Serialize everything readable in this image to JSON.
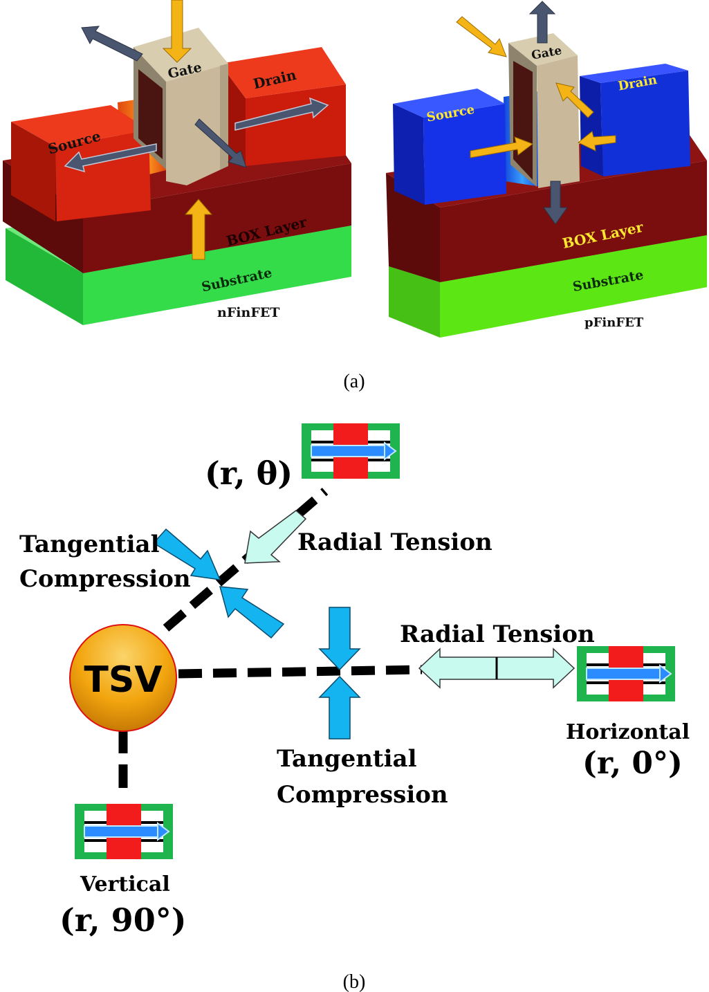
{
  "panel_a": {
    "caption": "(a)",
    "nfinfet": {
      "title": "nFinFET",
      "source": "Source",
      "drain": "Drain",
      "gate": "Gate",
      "box": "BOX Layer",
      "substrate": "Substrate"
    },
    "pfinfet": {
      "title": "pFinFET",
      "source": "Source",
      "drain": "Drain",
      "gate": "Gate",
      "box": "BOX Layer",
      "substrate": "Substrate"
    }
  },
  "panel_b": {
    "caption": "(b)",
    "tsv": "TSV",
    "diag_position": "(r, θ)",
    "diag_radial": "Radial Tension",
    "diag_tangential_1": "Tangential",
    "diag_tangential_2": "Compression",
    "horiz_radial": "Radial Tension",
    "horiz_tangential_1": "Tangential",
    "horiz_tangential_2": "Compression",
    "horizontal_label": "Horizontal",
    "horizontal_position": "(r, 0°)",
    "vertical_label": "Vertical",
    "vertical_position": "(r, 90°)"
  },
  "colors": {
    "n_device": "#dd2a0a",
    "p_device": "#1530e6",
    "gate": "#c9b99a",
    "box_layer": "#7a0d0d",
    "substrate": "#34dc4a",
    "compressive_arrow": "#f5b416",
    "tensile_arrow": "#4a5670",
    "tangential_arrow": "#14b4f0",
    "radial_arrow": "#c8faf0",
    "tsv": "#f2a50e"
  }
}
